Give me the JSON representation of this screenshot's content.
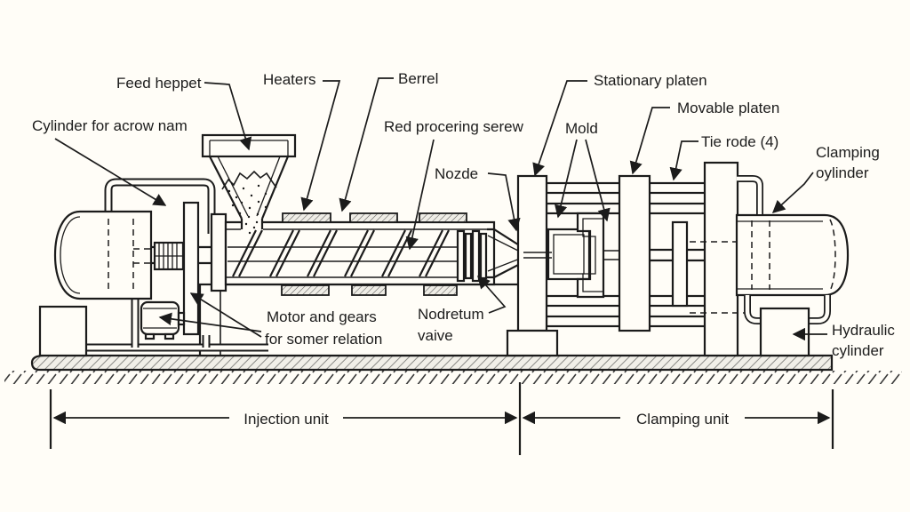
{
  "diagram": {
    "labels": {
      "cylinder_ram": "Cylinder for acrow nam",
      "feed_hopper": "Feed heppet",
      "heaters": "Heaters",
      "barrel": "Berrel",
      "reciprocating_screw": "Red procering serew",
      "nozzle": "Nozde",
      "stationary_platen": "Stationary platen",
      "mold": "Mold",
      "movable_platen": "Movable platen",
      "tie_rods": "Tie rode (4)",
      "clamping_cylinder": [
        "Clamping",
        "oylinder"
      ],
      "nonreturn_valve": [
        "Nodretum",
        "vaive"
      ],
      "motor_gears": [
        "Motor and gears",
        "for somer relation"
      ],
      "hydraulic_cylinder": [
        "Hydraulic",
        "cylinder"
      ]
    },
    "dimensions": {
      "injection_unit": "Injection unit",
      "clamping_unit": "Clamping unit"
    },
    "colors": {
      "line": "#1b1b1b",
      "background": "#fffdf7"
    }
  }
}
